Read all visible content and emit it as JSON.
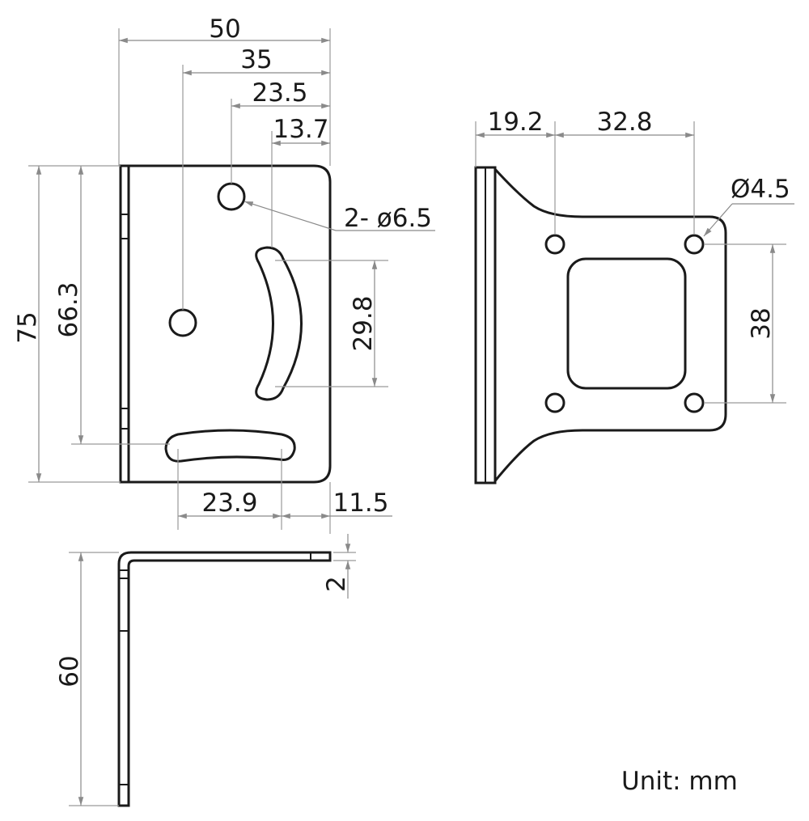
{
  "dimensions": {
    "front_width": "50",
    "front_hole_center": "35",
    "front_hole_top": "23.5",
    "front_slot_offset": "13.7",
    "front_height": "75",
    "front_inner_height": "66.3",
    "slot_holes": "2- ø6.5",
    "slot_length": "29.8",
    "bottom_slot_width": "23.9",
    "bottom_slot_offset": "11.5",
    "thickness": "2",
    "side_height": "60",
    "right_offset": "19.2",
    "right_hole_spacing_h": "32.8",
    "right_hole_dia": "Ø4.5",
    "right_hole_spacing_v": "38"
  },
  "unit": "Unit: mm",
  "colors": {
    "line": "#1a1a1a",
    "dimension": "#8a8a8a",
    "background": "#ffffff"
  }
}
